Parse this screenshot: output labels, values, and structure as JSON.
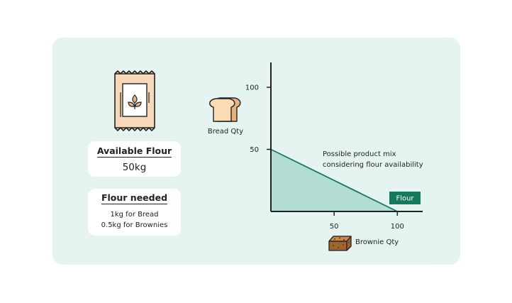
{
  "available_flour": {
    "title": "Available Flour",
    "value": "50kg"
  },
  "flour_needed": {
    "title": "Flour needed",
    "lines": [
      "1kg for Bread",
      "0.5kg for Brownies"
    ]
  },
  "chart_data": {
    "type": "area",
    "x": [
      0,
      100
    ],
    "series": [
      {
        "name": "Flour",
        "values": [
          50,
          0
        ]
      }
    ],
    "xlabel": "Brownie Qty",
    "ylabel": "Bread Qty",
    "xlim": [
      0,
      120
    ],
    "ylim": [
      0,
      120
    ],
    "xticks": [
      50,
      100
    ],
    "yticks": [
      50,
      100
    ],
    "annotation": "Possible product mix considering flour availability",
    "annotation_lines": [
      "Possible product mix",
      "considering flour availability"
    ],
    "colors": {
      "fill": "#b3ddd2",
      "line": "#157a5c",
      "label_bg": "#157a5c"
    }
  },
  "icons": {
    "flour_bag": "flour-bag-icon",
    "bread": "bread-icon",
    "brownie": "brownie-icon"
  }
}
